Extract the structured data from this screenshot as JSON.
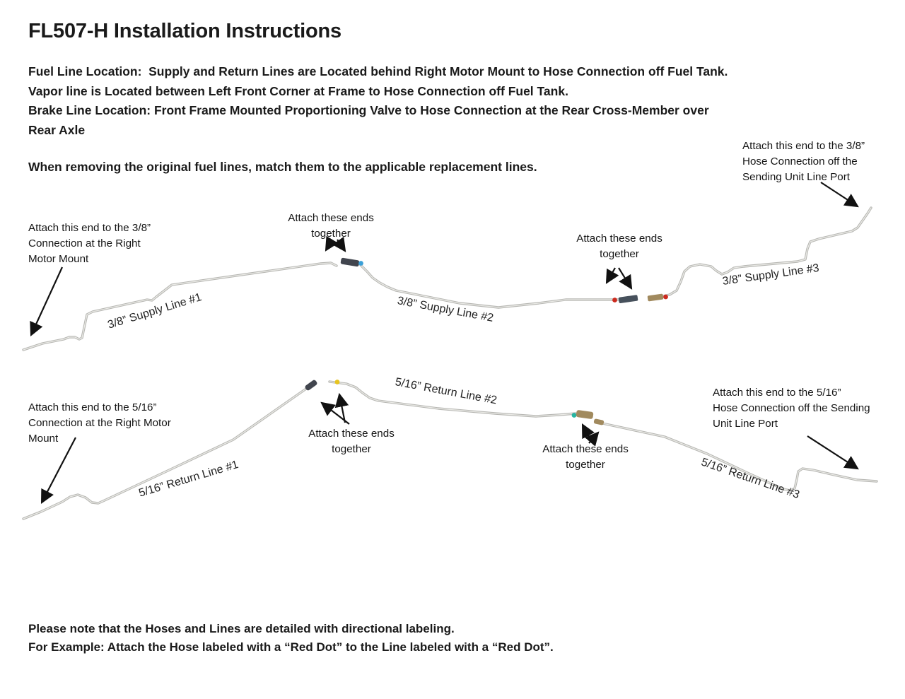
{
  "page": {
    "title": "FL507-H Installation Instructions",
    "intro": {
      "line1": "Fuel Line Location:  Supply and Return Lines are Located behind Right Motor Mount to Hose Connection off Fuel Tank.",
      "line2": "Vapor line is Located between Left Front Corner at Frame to Hose Connection off Fuel Tank.",
      "line3": "Brake Line Location: Front Frame Mounted Proportioning Valve to Hose Connection at the Rear Cross-Member over",
      "line4": "Rear Axle"
    },
    "removal_note": "When removing the original fuel lines, match them to the applicable replacement lines.",
    "footer": {
      "line1": "Please note that the Hoses and Lines are detailed with directional labeling.",
      "line2": "For Example: Attach the Hose labeled with a “Red Dot” to the Line labeled with a “Red Dot”."
    }
  },
  "shared": {
    "attach_together": "Attach these ends\ntogether"
  },
  "supply": {
    "attach_left": "Attach this end to the 3/8”\nConnection at the Right\nMotor Mount",
    "attach_right": "Attach this end to the 3/8”\nHose Connection off the\nSending Unit Line Port",
    "line1_label": "3/8” Supply Line #1",
    "line2_label": "3/8” Supply Line #2",
    "line3_label": "3/8” Supply Line #3"
  },
  "return": {
    "attach_left": "Attach this end to the 5/16”\nConnection at the Right Motor\nMount",
    "attach_right": "Attach this end to the 5/16”\nHose Connection off the Sending\nUnit Line Port",
    "line1_label": "5/16” Return Line #1",
    "line2_label": "5/16” Return Line #2",
    "line3_label": "5/16” Return Line #3"
  },
  "colors": {
    "tube": "#b7b7b3",
    "red_dot": "#cc2a1e",
    "blue_dot": "#3aa0d8",
    "yellow_dot": "#e7c41f",
    "teal_dot": "#27b5a2",
    "dark_fitting": "#41454e",
    "dark_blue_fitting": "#47515c",
    "brass_fitting": "#a18a5e"
  }
}
